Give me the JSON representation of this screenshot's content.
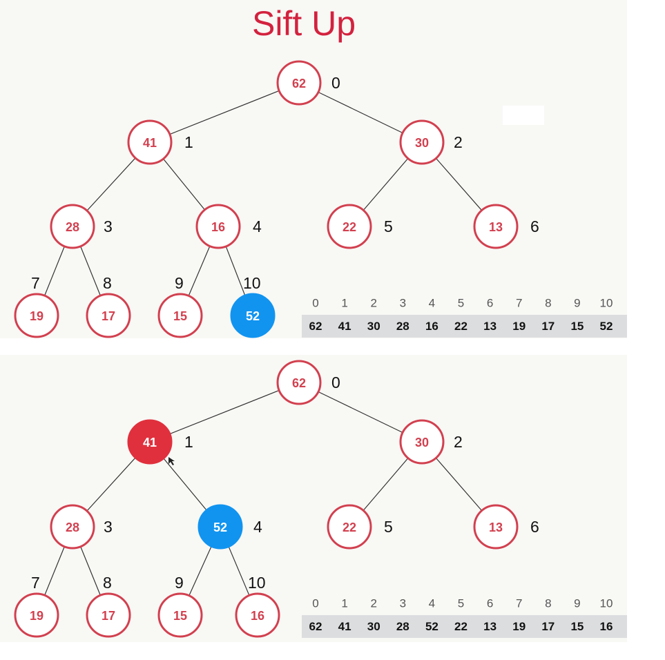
{
  "title": "Sift Up",
  "colors": {
    "title": "#d3223e",
    "node_outline": "#d2404f",
    "current_node": "#1194f0",
    "swapped_parent": "#e0303d",
    "array_band": "#dcdddf"
  },
  "diagrams": [
    {
      "id": "before",
      "nodes": [
        {
          "index": 0,
          "value": 62,
          "index_label": "0",
          "state": "normal"
        },
        {
          "index": 1,
          "value": 41,
          "index_label": "1",
          "state": "normal"
        },
        {
          "index": 2,
          "value": 30,
          "index_label": "2",
          "state": "normal"
        },
        {
          "index": 3,
          "value": 28,
          "index_label": "3",
          "state": "normal"
        },
        {
          "index": 4,
          "value": 16,
          "index_label": "4",
          "state": "normal"
        },
        {
          "index": 5,
          "value": 22,
          "index_label": "5",
          "state": "normal"
        },
        {
          "index": 6,
          "value": 13,
          "index_label": "6",
          "state": "normal"
        },
        {
          "index": 7,
          "value": 19,
          "index_label": "7",
          "state": "normal"
        },
        {
          "index": 8,
          "value": 17,
          "index_label": "8",
          "state": "normal"
        },
        {
          "index": 9,
          "value": 15,
          "index_label": "9",
          "state": "normal"
        },
        {
          "index": 10,
          "value": 52,
          "index_label": "10",
          "state": "current"
        }
      ],
      "array": {
        "indices": [
          "0",
          "1",
          "2",
          "3",
          "4",
          "5",
          "6",
          "7",
          "8",
          "9",
          "10"
        ],
        "values": [
          "62",
          "41",
          "30",
          "28",
          "16",
          "22",
          "13",
          "19",
          "17",
          "15",
          "52"
        ]
      }
    },
    {
      "id": "after",
      "nodes": [
        {
          "index": 0,
          "value": 62,
          "index_label": "0",
          "state": "normal"
        },
        {
          "index": 1,
          "value": 41,
          "index_label": "1",
          "state": "parent"
        },
        {
          "index": 2,
          "value": 30,
          "index_label": "2",
          "state": "normal"
        },
        {
          "index": 3,
          "value": 28,
          "index_label": "3",
          "state": "normal"
        },
        {
          "index": 4,
          "value": 52,
          "index_label": "4",
          "state": "current"
        },
        {
          "index": 5,
          "value": 22,
          "index_label": "5",
          "state": "normal"
        },
        {
          "index": 6,
          "value": 13,
          "index_label": "6",
          "state": "normal"
        },
        {
          "index": 7,
          "value": 19,
          "index_label": "7",
          "state": "normal"
        },
        {
          "index": 8,
          "value": 17,
          "index_label": "8",
          "state": "normal"
        },
        {
          "index": 9,
          "value": 15,
          "index_label": "9",
          "state": "normal"
        },
        {
          "index": 10,
          "value": 16,
          "index_label": "10",
          "state": "normal"
        }
      ],
      "array": {
        "indices": [
          "0",
          "1",
          "2",
          "3",
          "4",
          "5",
          "6",
          "7",
          "8",
          "9",
          "10"
        ],
        "values": [
          "62",
          "41",
          "30",
          "28",
          "52",
          "22",
          "13",
          "19",
          "17",
          "15",
          "16"
        ]
      }
    }
  ]
}
